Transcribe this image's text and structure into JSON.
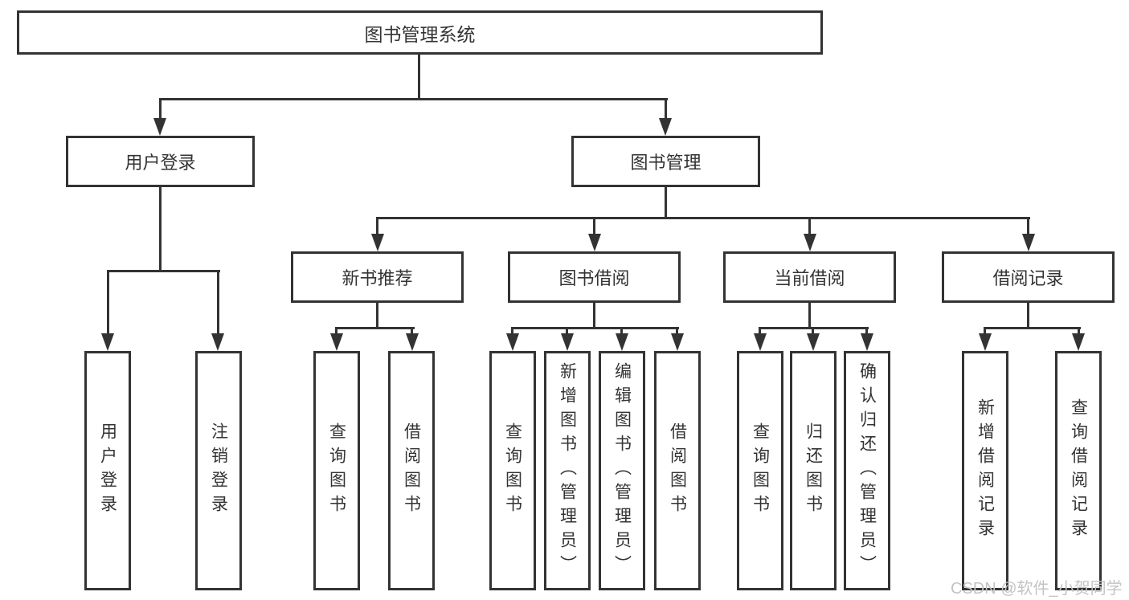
{
  "diagram": {
    "title": "图书管理系统",
    "tree": {
      "label": "图书管理系统",
      "children": [
        {
          "label": "用户登录",
          "children": [
            {
              "label": "用户登录"
            },
            {
              "label": "注销登录"
            }
          ]
        },
        {
          "label": "图书管理",
          "children": [
            {
              "label": "新书推荐",
              "children": [
                {
                  "label": "查询图书"
                },
                {
                  "label": "借阅图书"
                }
              ]
            },
            {
              "label": "图书借阅",
              "children": [
                {
                  "label": "查询图书"
                },
                {
                  "label": "新增图书（管理员）"
                },
                {
                  "label": "编辑图书（管理员）"
                },
                {
                  "label": "借阅图书"
                }
              ]
            },
            {
              "label": "当前借阅",
              "children": [
                {
                  "label": "查询图书"
                },
                {
                  "label": "归还图书"
                },
                {
                  "label": "确认归还（管理员）"
                }
              ]
            },
            {
              "label": "借阅记录",
              "children": [
                {
                  "label": "新增借阅记录"
                },
                {
                  "label": "查询借阅记录"
                }
              ]
            }
          ]
        }
      ]
    },
    "watermark": "CSDN @软件_小贺同学",
    "colors": {
      "line": "#333333",
      "text": "#333333",
      "box_bg": "#ffffff",
      "watermark": "#c4c4c4"
    }
  }
}
